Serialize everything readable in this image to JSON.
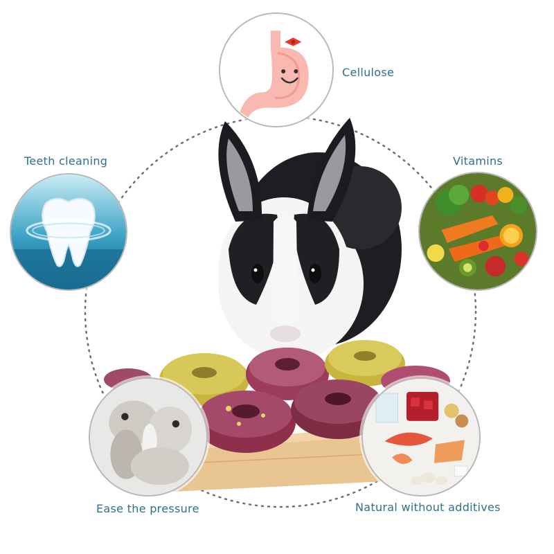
{
  "labels": {
    "cellulose": "Cellulose",
    "teeth_cleaning": "Teeth cleaning",
    "vitamins": "Vitamins",
    "ease_pressure": "Ease the pressure",
    "natural": "Natural without additives"
  },
  "icons": {
    "stomach": "smiling-stomach-icon",
    "tooth": "tooth-icon",
    "vegetables": "vegetables-icon",
    "bunnies": "bunnies-photo",
    "food": "healthy-food-photo"
  },
  "colors": {
    "label_text": "#2f6f8a",
    "dotted_ring": "#6e6e6e",
    "badge_border": "#b7b7b7"
  }
}
